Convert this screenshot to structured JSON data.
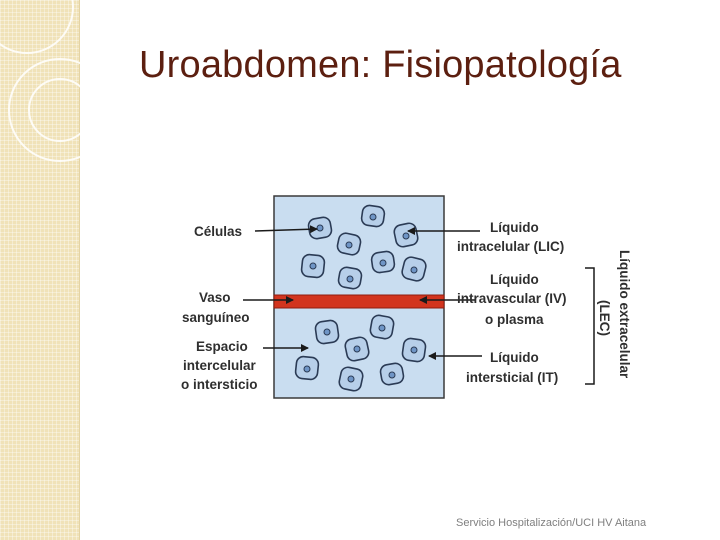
{
  "slide": {
    "title": "Uroabdomen: Fisiopatología",
    "footer": "Servicio Hospitalización/UCI  HV Aitana"
  },
  "diagram": {
    "left_labels": {
      "cells": "Células",
      "vessel_line1": "Vaso",
      "vessel_line2": "sanguíneo",
      "space_line1": "Espacio",
      "space_line2": "intercelular",
      "space_line3": "o intersticio"
    },
    "right_labels": {
      "lic_line1": "Líquido",
      "lic_line2": "intracelular (LIC)",
      "iv_line1": "Líquido",
      "iv_line2": "intravascular (IV)",
      "iv_line3": "o plasma",
      "it_line1": "Líquido",
      "it_line2": "intersticial (IT)"
    },
    "vertical_labels": {
      "line1": "Líquido extracelular",
      "line2": "(LEC)"
    },
    "colors": {
      "panel": "#c9ddf0",
      "vessel": "#d2341e",
      "cell": "#b7cfe9"
    }
  }
}
